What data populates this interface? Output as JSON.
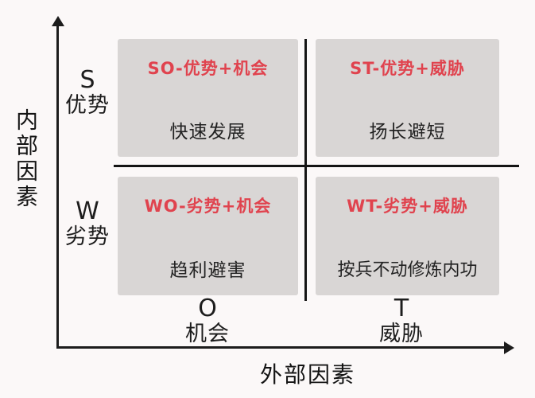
{
  "diagram": {
    "type": "swot-matrix",
    "colors": {
      "quadrant_bg": "#d9d6d5",
      "title_red": "#e0434e",
      "text_black": "#222222",
      "line_black": "#1c1c1c",
      "page_bg": "#fbf8f8"
    }
  },
  "axes": {
    "y": {
      "title": "内部因素",
      "positive": {
        "letter": "S",
        "label": "优势"
      },
      "negative": {
        "letter": "W",
        "label": "劣势"
      }
    },
    "x": {
      "title": "外部因素",
      "positive": {
        "letter": "O",
        "label": "机会"
      },
      "negative": {
        "letter": "T",
        "label": "威胁"
      }
    }
  },
  "quadrants": {
    "so": {
      "title": "SO-优势+机会",
      "strategy": "快速发展"
    },
    "st": {
      "title": "ST-优势+威胁",
      "strategy": "扬长避短"
    },
    "wo": {
      "title": "WO-劣势+机会",
      "strategy": "趋利避害"
    },
    "wt": {
      "title": "WT-劣势+威胁",
      "strategy": "按兵不动修炼内功"
    }
  }
}
